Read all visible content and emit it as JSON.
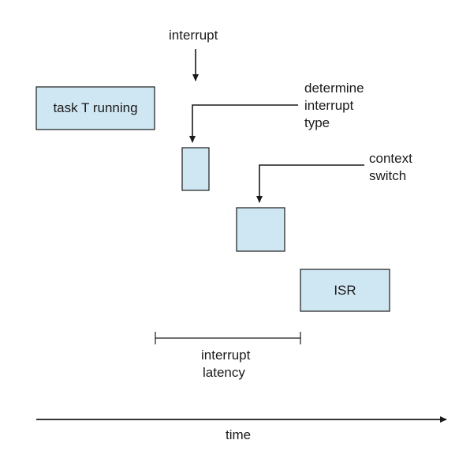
{
  "colors": {
    "box_fill": "#cfe7f3",
    "stroke": "#1a1a1a",
    "background": "#ffffff"
  },
  "labels": {
    "interrupt": "interrupt",
    "determine": [
      "determine",
      "interrupt",
      "type"
    ],
    "context": [
      "context",
      "switch"
    ],
    "latency": [
      "interrupt",
      "latency"
    ],
    "time": "time"
  },
  "boxes": {
    "task": "task T running",
    "isr": "ISR"
  }
}
